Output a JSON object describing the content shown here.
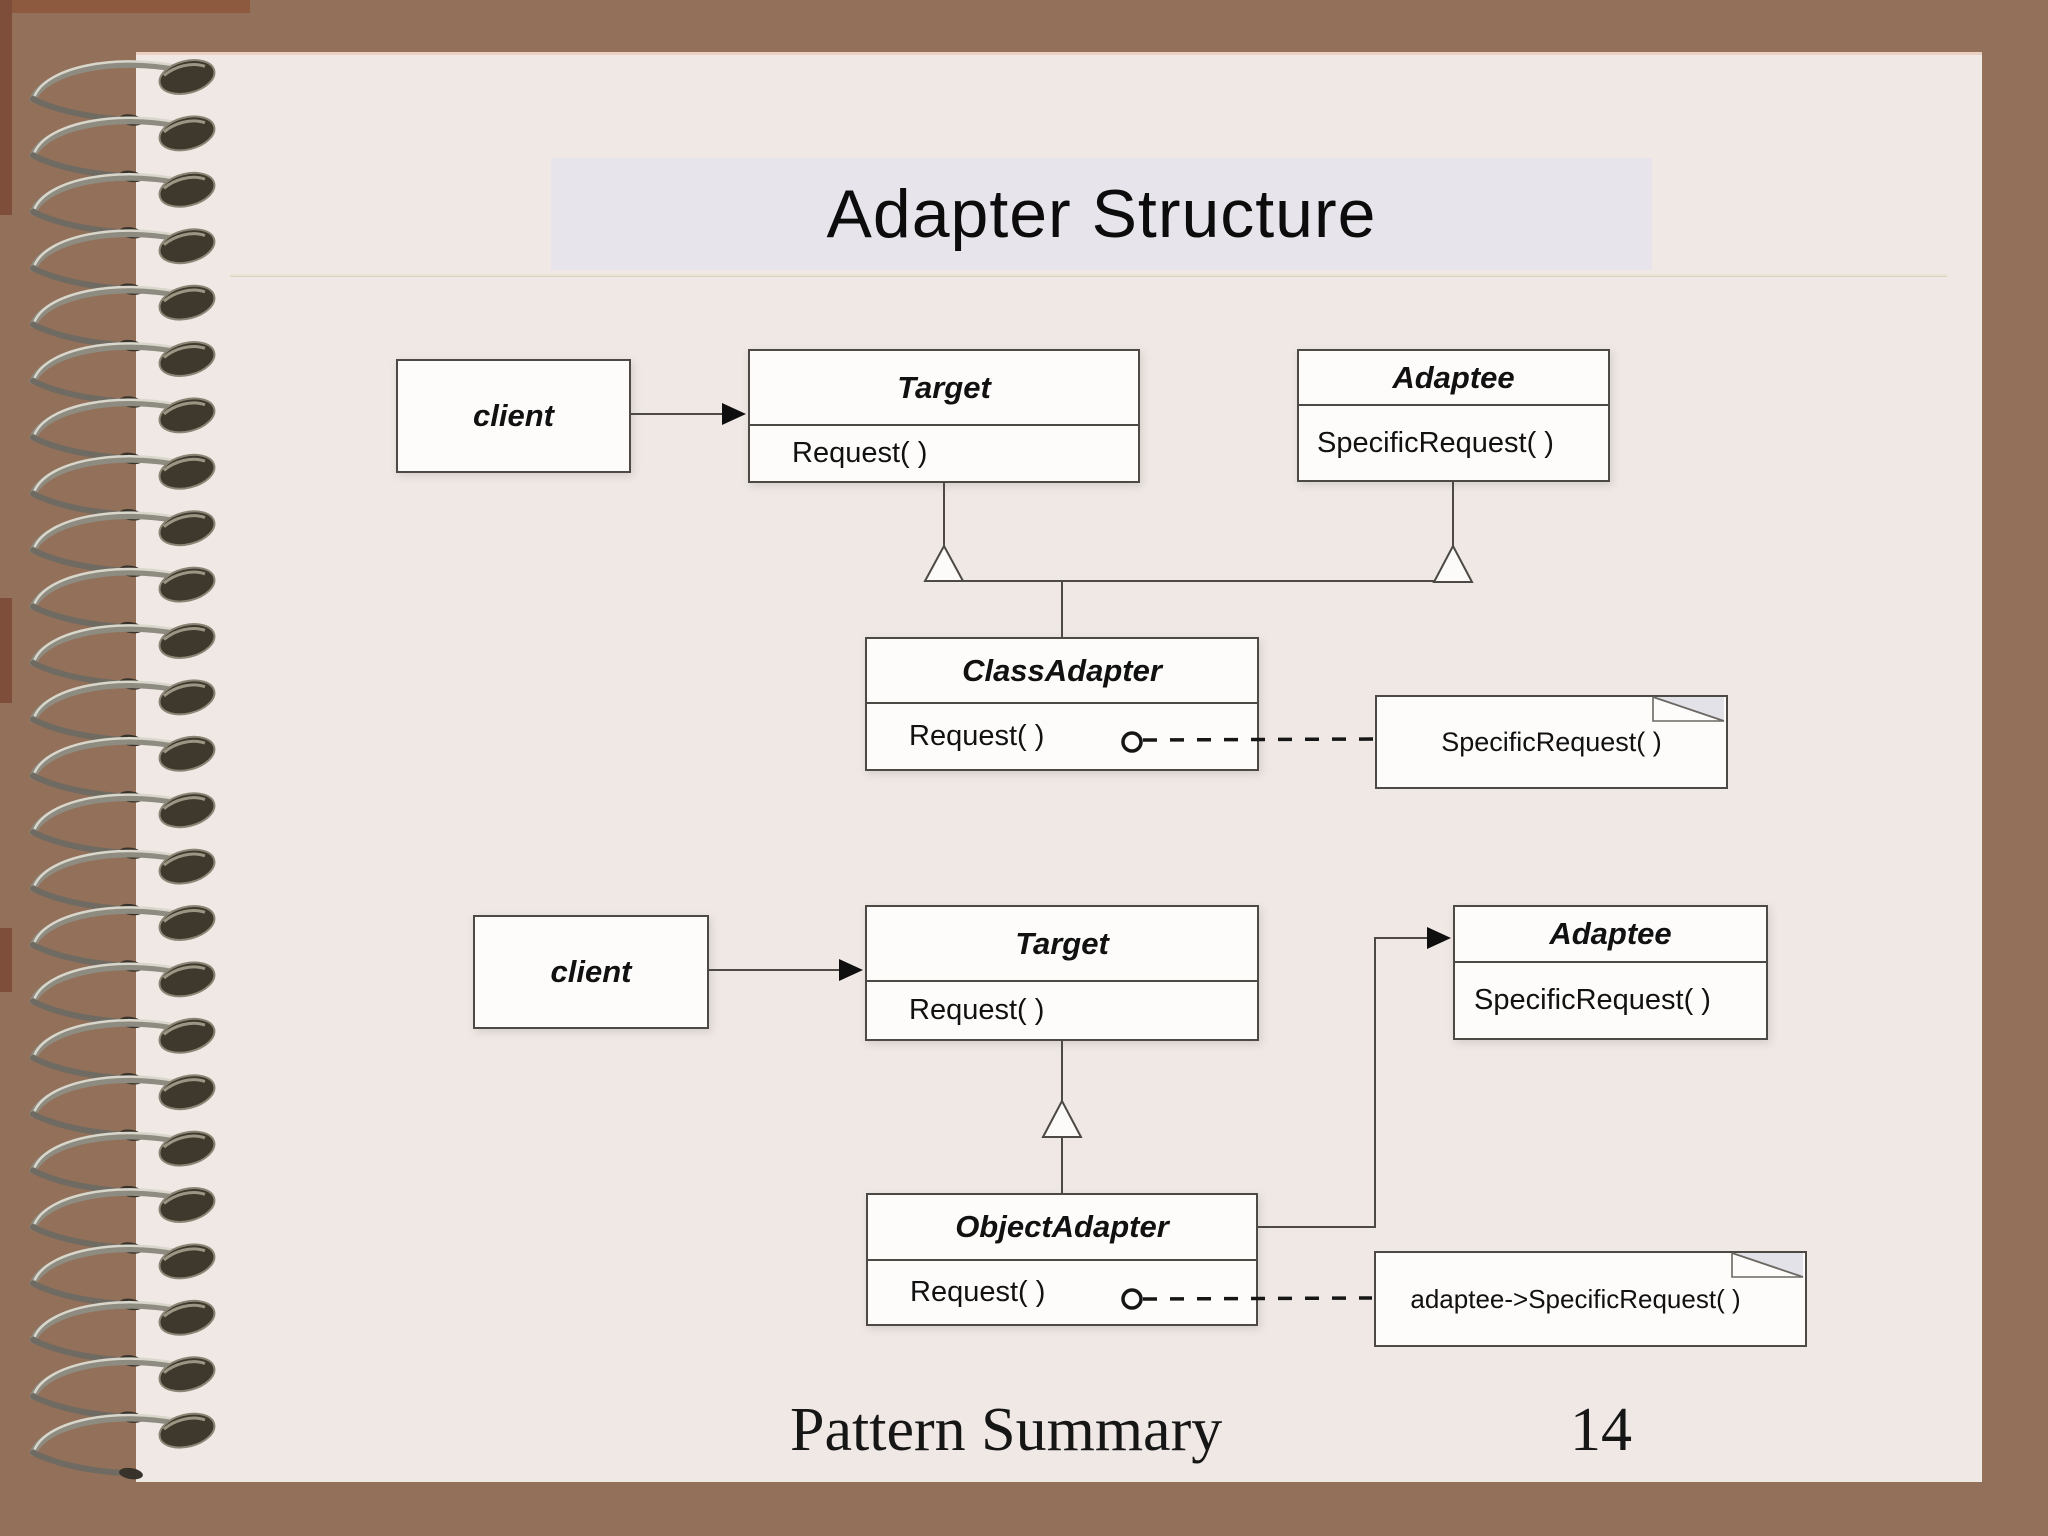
{
  "slide": {
    "title": "Adapter Structure",
    "footer": {
      "summary_label": "Pattern Summary",
      "page_number": "14"
    }
  },
  "class_adapter_diagram": {
    "client_label": "client",
    "target": {
      "name": "Target",
      "method": "Request( )"
    },
    "adaptee": {
      "name": "Adaptee",
      "method": "SpecificRequest( )"
    },
    "adapter": {
      "name": "ClassAdapter",
      "method": "Request( )"
    },
    "note": "SpecificRequest( )"
  },
  "object_adapter_diagram": {
    "client_label": "client",
    "target": {
      "name": "Target",
      "method": "Request( )"
    },
    "adaptee": {
      "name": "Adaptee",
      "method": "SpecificRequest( )"
    },
    "adapter": {
      "name": "ObjectAdapter",
      "method": "Request( )"
    },
    "note": "adaptee->SpecificRequest( )"
  },
  "colors": {
    "brown": "#927059",
    "brown-accent": "#8d5a40",
    "brown-accent2": "#7e4e3a",
    "paper": "#efe8e5",
    "band": "#e7e5eb",
    "fold": "#e4e2e9",
    "line": "#4d4a45",
    "ink": "#111111",
    "rule": "#e9e5d4",
    "box-bg": "#fdfcfb"
  }
}
